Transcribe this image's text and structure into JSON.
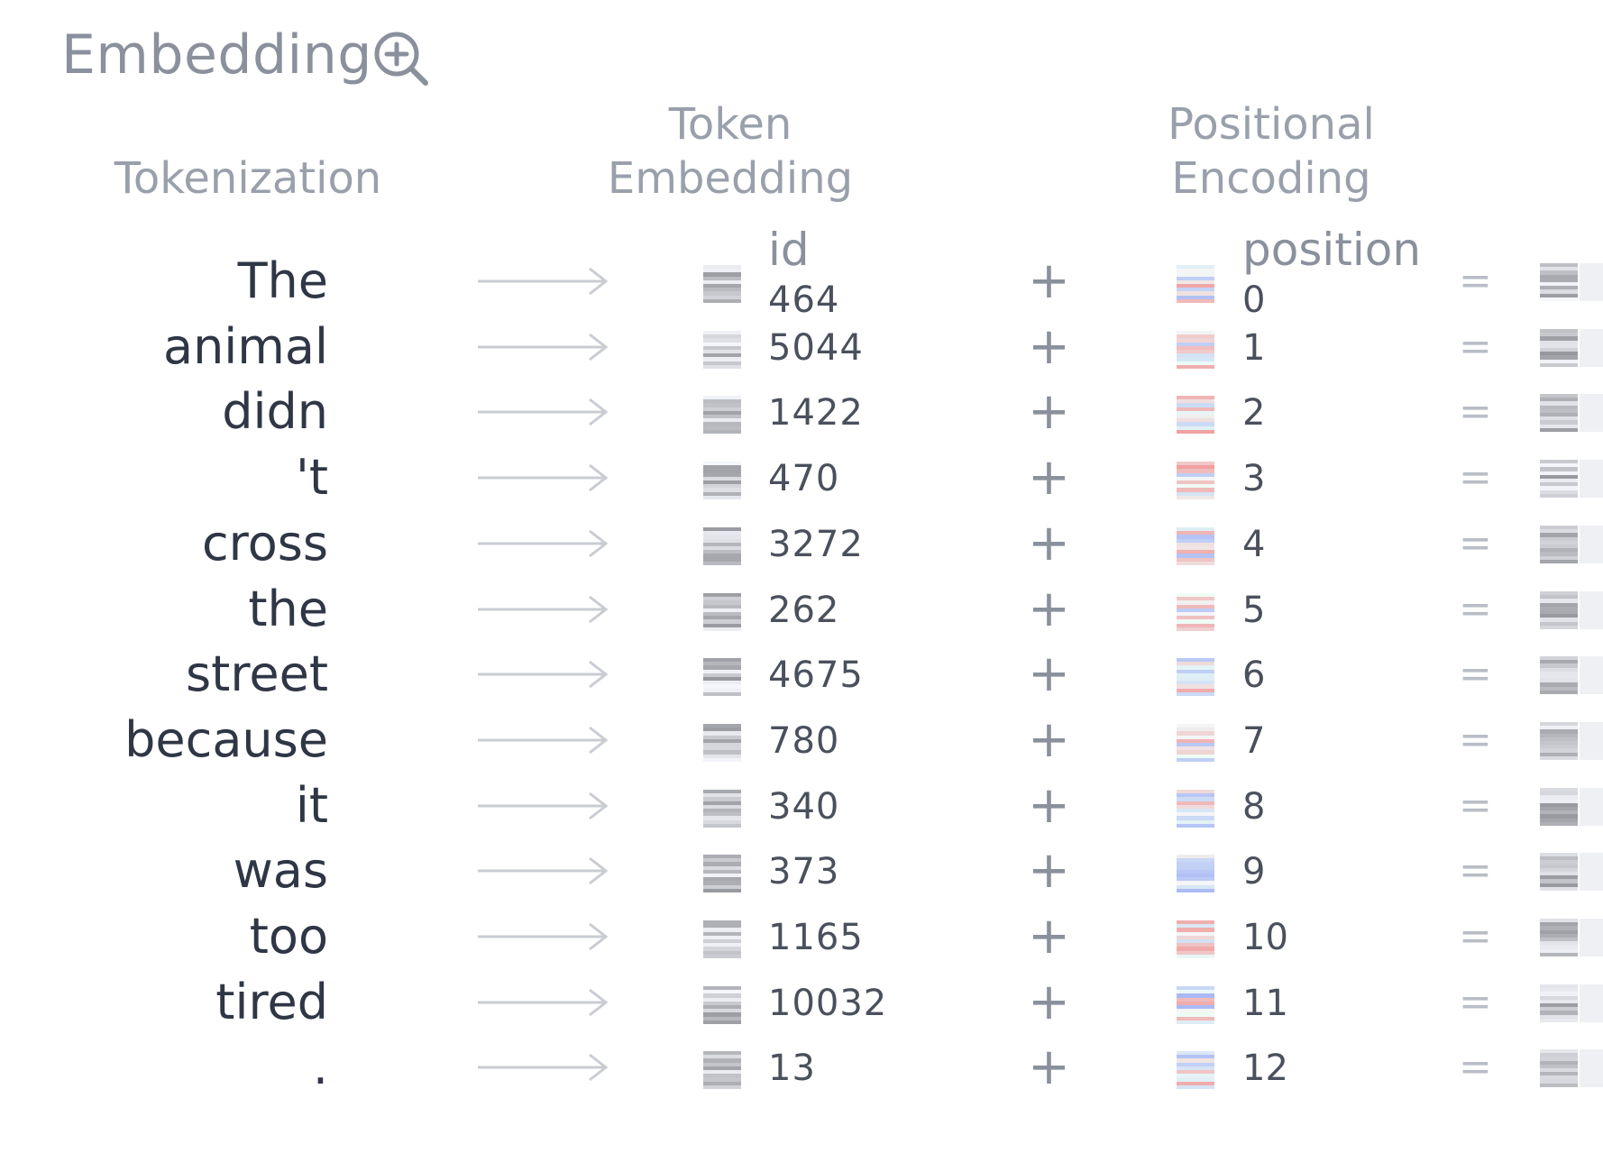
{
  "header": {
    "title": "Embedding",
    "zoom_icon": "zoom-in-icon"
  },
  "columns": {
    "tokenization": "Tokenization",
    "token_embedding_line1": "Token",
    "token_embedding_line2": "Embedding",
    "positional_encoding_line1": "Positional",
    "positional_encoding_line2": "Encoding",
    "id_label": "id",
    "position_label": "position"
  },
  "symbols": {
    "plus": "+",
    "equals": "="
  },
  "colors": {
    "text_dark": "#2f3645",
    "text_muted": "#8a909c",
    "gray_vec": "#9aa0ab",
    "red": "#f2a0a0",
    "blue": "#9bb8ef"
  },
  "rows": [
    {
      "token": "The",
      "id": "464",
      "position": "0"
    },
    {
      "token": "animal",
      "id": "5044",
      "position": "1"
    },
    {
      "token": "didn",
      "id": "1422",
      "position": "2"
    },
    {
      "token": "'t",
      "id": "470",
      "position": "3"
    },
    {
      "token": "cross",
      "id": "3272",
      "position": "4"
    },
    {
      "token": "the",
      "id": "262",
      "position": "5"
    },
    {
      "token": "street",
      "id": "4675",
      "position": "6"
    },
    {
      "token": "because",
      "id": "780",
      "position": "7"
    },
    {
      "token": "it",
      "id": "340",
      "position": "8"
    },
    {
      "token": "was",
      "id": "373",
      "position": "9"
    },
    {
      "token": "too",
      "id": "1165",
      "position": "10"
    },
    {
      "token": "tired",
      "id": "10032",
      "position": "11"
    },
    {
      "token": ".",
      "id": "13",
      "position": "12"
    }
  ]
}
